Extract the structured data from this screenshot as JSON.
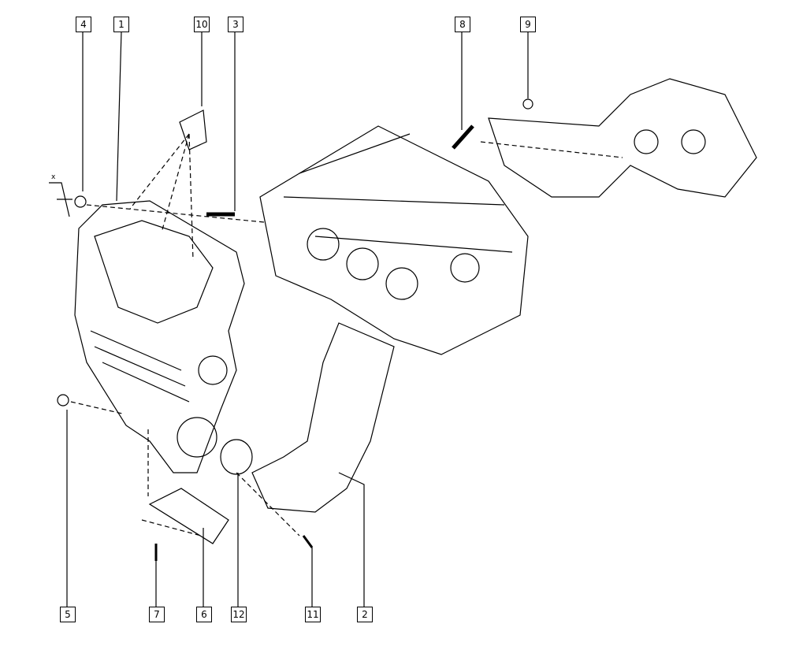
{
  "diagram": {
    "callouts": [
      "4",
      "1",
      "10",
      "3",
      "8",
      "9",
      "5",
      "7",
      "6",
      "12",
      "11",
      "2"
    ],
    "x_marker": "x"
  },
  "colors": {
    "line": "#000000",
    "background": "#ffffff"
  }
}
